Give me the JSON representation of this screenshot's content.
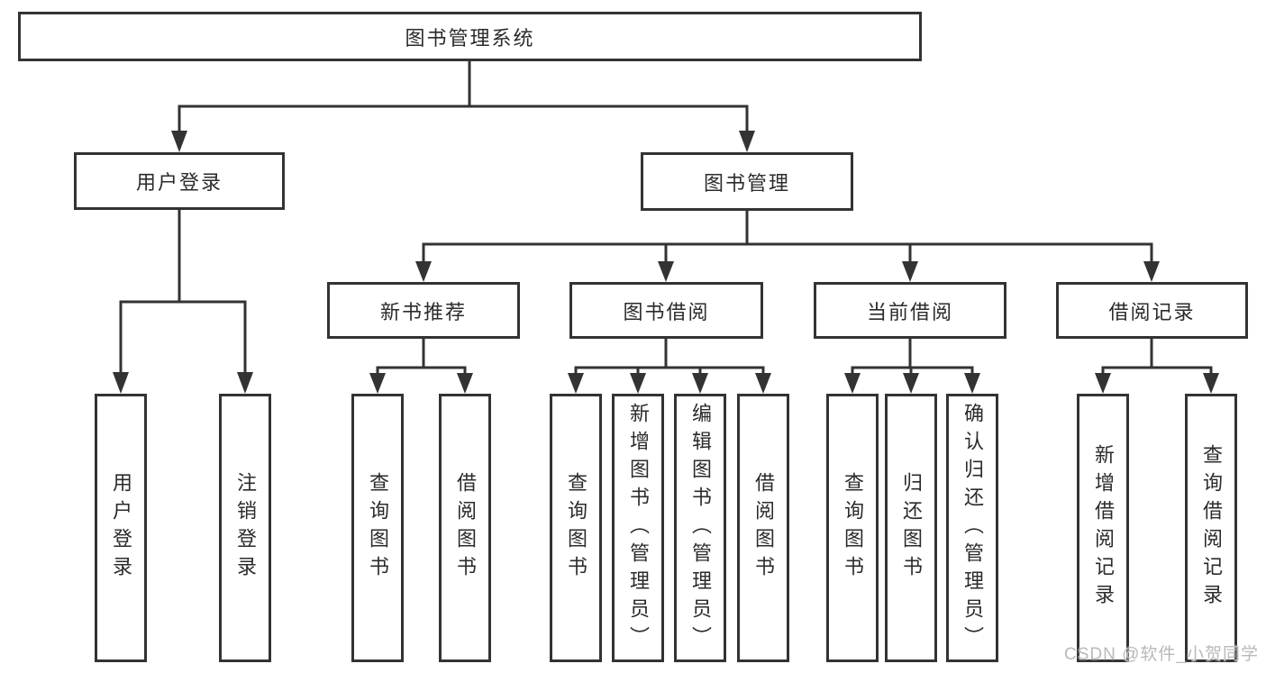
{
  "diagram": {
    "root": {
      "label": "图书管理系统"
    },
    "branches": [
      {
        "label": "用户登录",
        "children": [
          {
            "label": "用户登录"
          },
          {
            "label": "注销登录"
          }
        ]
      },
      {
        "label": "图书管理",
        "children": [
          {
            "label": "新书推荐",
            "children": [
              {
                "label": "查询图书"
              },
              {
                "label": "借阅图书"
              }
            ]
          },
          {
            "label": "图书借阅",
            "children": [
              {
                "label": "查询图书"
              },
              {
                "label": "新增图书（管理员）"
              },
              {
                "label": "编辑图书（管理员）"
              },
              {
                "label": "借阅图书"
              }
            ]
          },
          {
            "label": "当前借阅",
            "children": [
              {
                "label": "查询图书"
              },
              {
                "label": "归还图书"
              },
              {
                "label": "确认归还（管理员）"
              }
            ]
          },
          {
            "label": "借阅记录",
            "children": [
              {
                "label": "新增借阅记录"
              },
              {
                "label": "查询借阅记录"
              }
            ]
          }
        ]
      }
    ],
    "watermark": "CSDN @软件_小贺同学",
    "colors": {
      "line": "#333333",
      "text": "#2b2b2b",
      "watermark": "#b9b9b9",
      "bg": "#ffffff"
    }
  }
}
